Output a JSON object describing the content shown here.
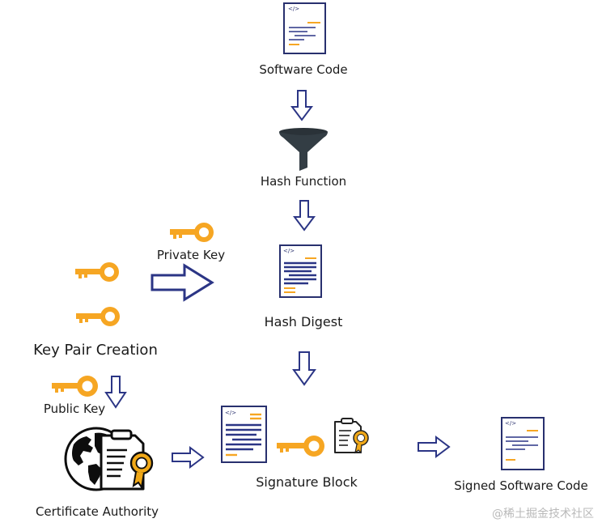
{
  "nodes": {
    "software_code": "Software Code",
    "hash_function": "Hash Function",
    "private_key": "Private Key",
    "hash_digest": "Hash Digest",
    "key_pair_creation": "Key Pair Creation",
    "public_key": "Public Key",
    "signature_block": "Signature Block",
    "certificate_authority": "Certificate Authority",
    "signed_software_code": "Signed Software Code"
  },
  "code_tag": "</>",
  "watermark": "@稀土掘金技术社区",
  "colors": {
    "arrow_stroke": "#2b3585",
    "key_fill": "#f6a623",
    "doc_border": "#28306e",
    "doc_lines": "#2b3585",
    "doc_accent": "#f6a623",
    "funnel": "#333d44",
    "globe": "#0d0d0d",
    "seal": "#f0a818"
  },
  "icons": [
    "document-icon",
    "funnel-icon",
    "key-icon",
    "arrow-icon",
    "globe-icon",
    "certificate-icon",
    "seal-icon"
  ]
}
